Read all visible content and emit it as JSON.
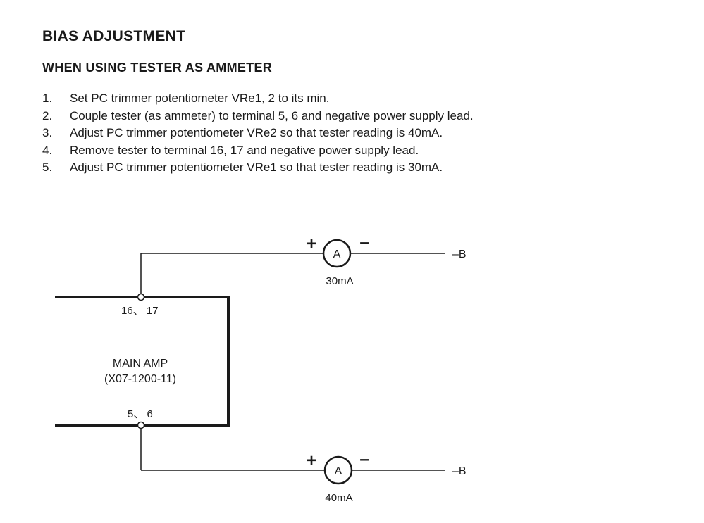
{
  "document": {
    "title": "BIAS ADJUSTMENT",
    "subtitle": "WHEN USING TESTER AS AMMETER",
    "steps": [
      {
        "num": "1.",
        "text": "Set PC trimmer potentiometer VRe1, 2 to its min."
      },
      {
        "num": "2.",
        "text": "Couple tester (as ammeter) to terminal 5, 6 and negative power supply lead."
      },
      {
        "num": "3.",
        "text": "Adjust PC trimmer potentiometer VRe2 so that tester reading is 40mA."
      },
      {
        "num": "4.",
        "text": "Remove tester to terminal 16, 17 and negative power supply lead."
      },
      {
        "num": "5.",
        "text": "Adjust PC trimmer potentiometer VRe1 so that tester reading is 30mA."
      }
    ]
  },
  "diagram": {
    "block_label_line1": "MAIN AMP",
    "block_label_line2": "(X07-1200-11)",
    "top_terminal": "16、 17",
    "bottom_terminal": "5、 6",
    "top_meter": {
      "symbol": "A",
      "plus": "+",
      "minus": "–",
      "reading": "30mA",
      "supply": "–B"
    },
    "bottom_meter": {
      "symbol": "A",
      "plus": "+",
      "minus": "–",
      "reading": "40mA",
      "supply": "–B"
    }
  }
}
